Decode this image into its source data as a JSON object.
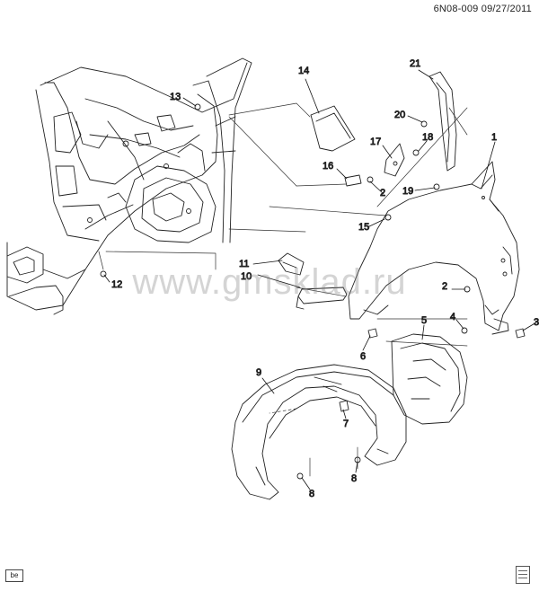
{
  "header": {
    "ref": "6N08-009  09/27/2011"
  },
  "watermark": "www.gmsklad.ru",
  "footer": {
    "badge": "be"
  },
  "callouts": [
    {
      "num": "1"
    },
    {
      "num": "2"
    },
    {
      "num": "2"
    },
    {
      "num": "3"
    },
    {
      "num": "4"
    },
    {
      "num": "5"
    },
    {
      "num": "6"
    },
    {
      "num": "7"
    },
    {
      "num": "8"
    },
    {
      "num": "8"
    },
    {
      "num": "9"
    },
    {
      "num": "10"
    },
    {
      "num": "11"
    },
    {
      "num": "12"
    },
    {
      "num": "13"
    },
    {
      "num": "14"
    },
    {
      "num": "15"
    },
    {
      "num": "16"
    },
    {
      "num": "17"
    },
    {
      "num": "18"
    },
    {
      "num": "19"
    },
    {
      "num": "20"
    },
    {
      "num": "21"
    }
  ]
}
